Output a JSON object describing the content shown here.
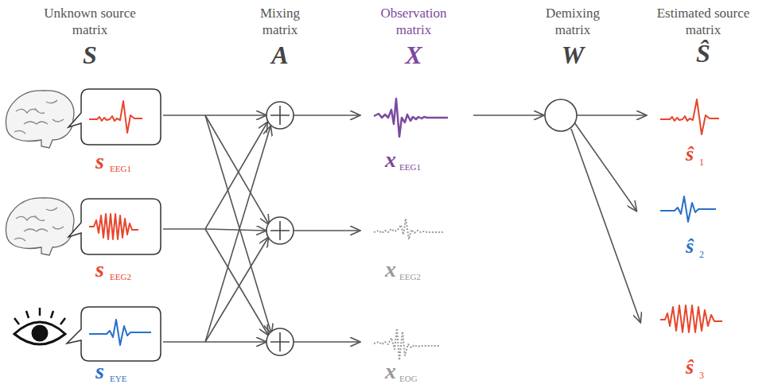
{
  "diagram": {
    "labels": [
      "Unknown source matrix",
      "S",
      "Mixing matrix",
      "A",
      "Observation matrix",
      "X",
      "Demixing matrix",
      "W",
      "Estimated source matrix",
      "Ŝ",
      "s",
      "EEG1",
      "s",
      "EEG2",
      "s",
      "EYE",
      "x",
      "EEG1",
      "x",
      "EEG2",
      "x",
      "EOG",
      "ŝ",
      "1",
      "ŝ",
      "2",
      "ŝ",
      "3"
    ]
  }
}
